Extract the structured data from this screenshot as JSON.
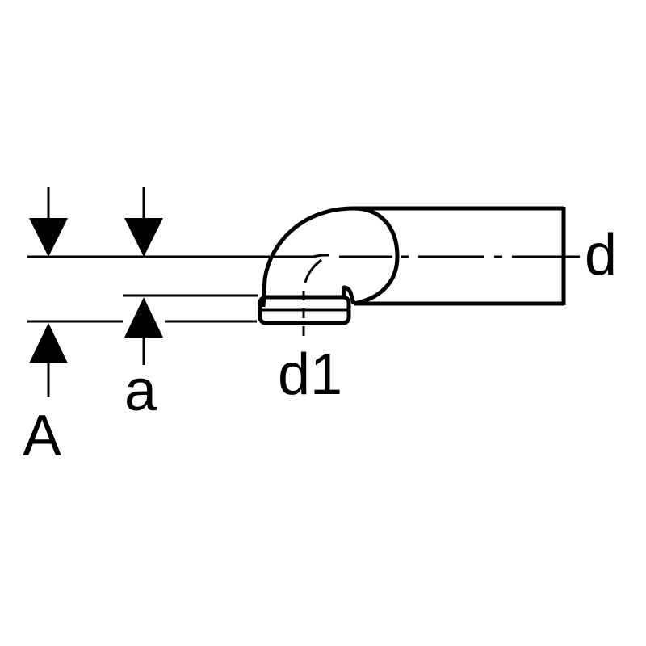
{
  "labels": {
    "pipe_diameter": "d",
    "outlet_diameter": "d1",
    "small_offset": "a",
    "large_offset": "A"
  },
  "colors": {
    "line": "#000000",
    "background": "#ffffff"
  }
}
